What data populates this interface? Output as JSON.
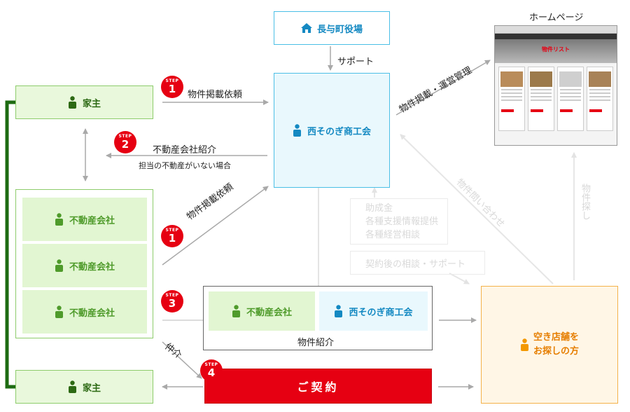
{
  "nodes": {
    "townhall": "長与町役場",
    "owner_top": "家主",
    "owner_bottom": "家主",
    "chamber_main": "西そのぎ商工会",
    "realestate_1": "不動産会社",
    "realestate_2": "不動産会社",
    "realestate_3": "不動産会社",
    "intro_realestate": "不動産会社",
    "intro_chamber": "西そのぎ商工会",
    "seeker_line1": "空き店舗を",
    "seeker_line2": "お探しの方",
    "contract": "ご契約"
  },
  "homepage": {
    "title": "ホームページ",
    "list_title": "物件リスト"
  },
  "edges": {
    "support": "サポート",
    "listing_request_top": "物件掲載依頼",
    "referral": "不動産会社紹介",
    "referral_note": "担当の不動産がいない場合",
    "listing_request_mid": "物件掲載依頼",
    "listing_manage": "物件掲載・運営管理",
    "inquiry": "物件問い合わせ",
    "search": "物件探し",
    "intro_label": "物件紹介",
    "mediation": "仲介"
  },
  "services": {
    "line1": "助成金",
    "line2": "各種支援情報提供",
    "line3": "各種経営相談",
    "after": "契約後の相談・サポート"
  },
  "steps": {
    "word": "STEP",
    "n1a": "1",
    "n2": "2",
    "n1b": "1",
    "n3": "3",
    "n4": "4"
  },
  "colors": {
    "green": "#2d6a14",
    "blue": "#1489c2",
    "orange": "#f4b24a",
    "red": "#e60012"
  }
}
